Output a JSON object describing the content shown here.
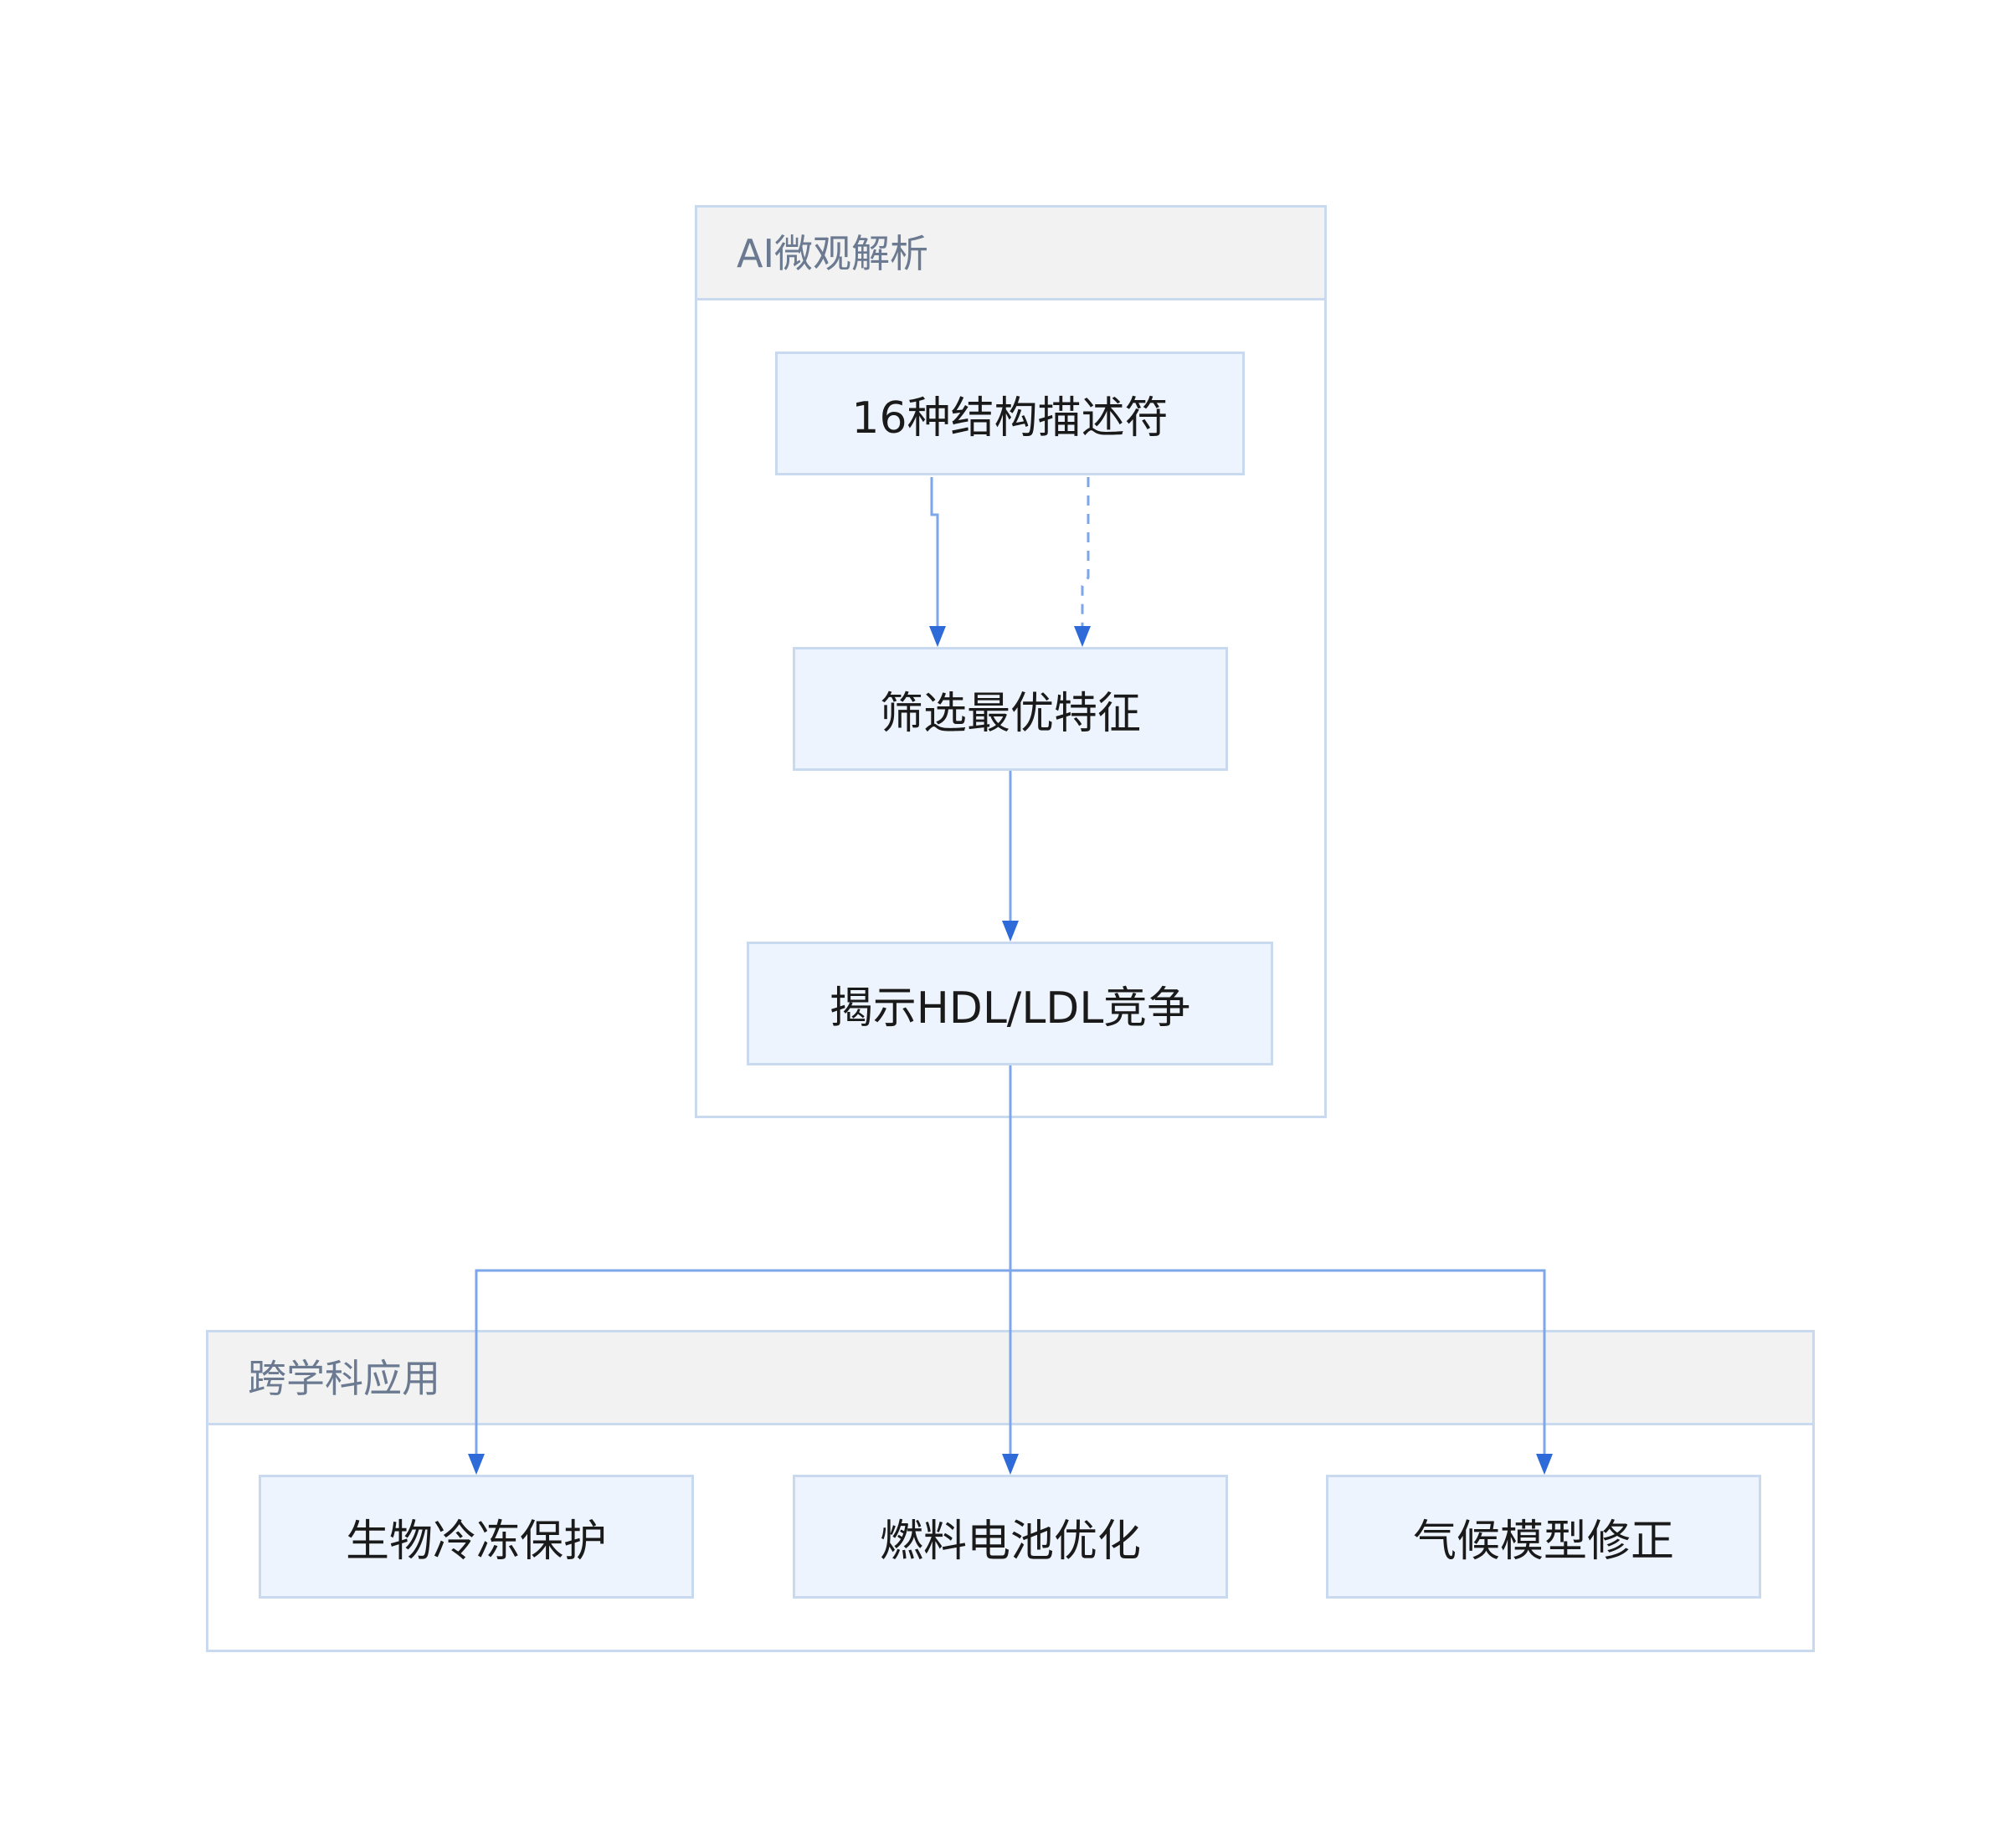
{
  "groups": {
    "ai": {
      "title": "AI微观解析"
    },
    "apps": {
      "title": "跨学科应用"
    }
  },
  "nodes": {
    "descriptors": "16种结构描述符",
    "select": "筛选最优特征",
    "reveal": "揭示HDL/LDL竞争",
    "bio": "生物冷冻保护",
    "fuel": "燃料电池优化",
    "climate": "气候模型修正"
  },
  "colors": {
    "edge": "#7ea6ea",
    "arrow": "#2f6bd8",
    "node_fill": "#eef4fd",
    "border": "#c9d9f0",
    "header_fill": "#f2f2f2"
  }
}
